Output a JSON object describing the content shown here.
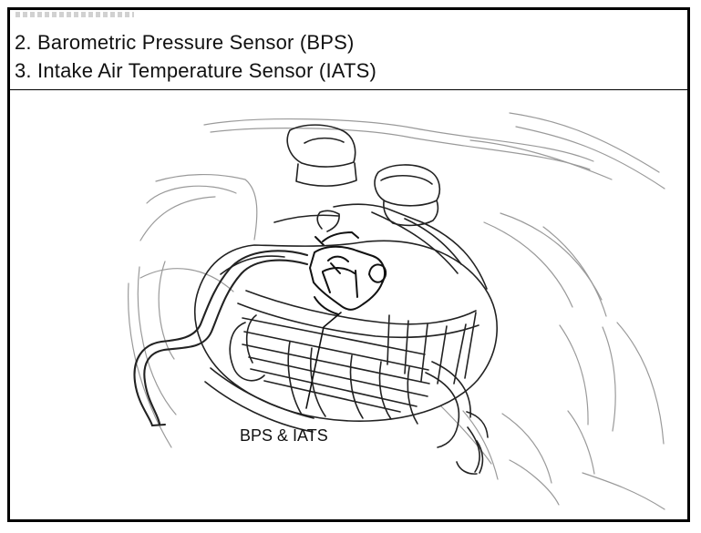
{
  "header": {
    "line_1": "2. Barometric Pressure Sensor (BPS)",
    "line_2": "3. Intake Air Temperature Sensor (IATS)"
  },
  "diagram": {
    "callout_label": "BPS & IATS"
  },
  "colors": {
    "border": "#000000",
    "line_art": "#222222",
    "light_line_art": "#9a9a9a",
    "background": "#ffffff"
  }
}
